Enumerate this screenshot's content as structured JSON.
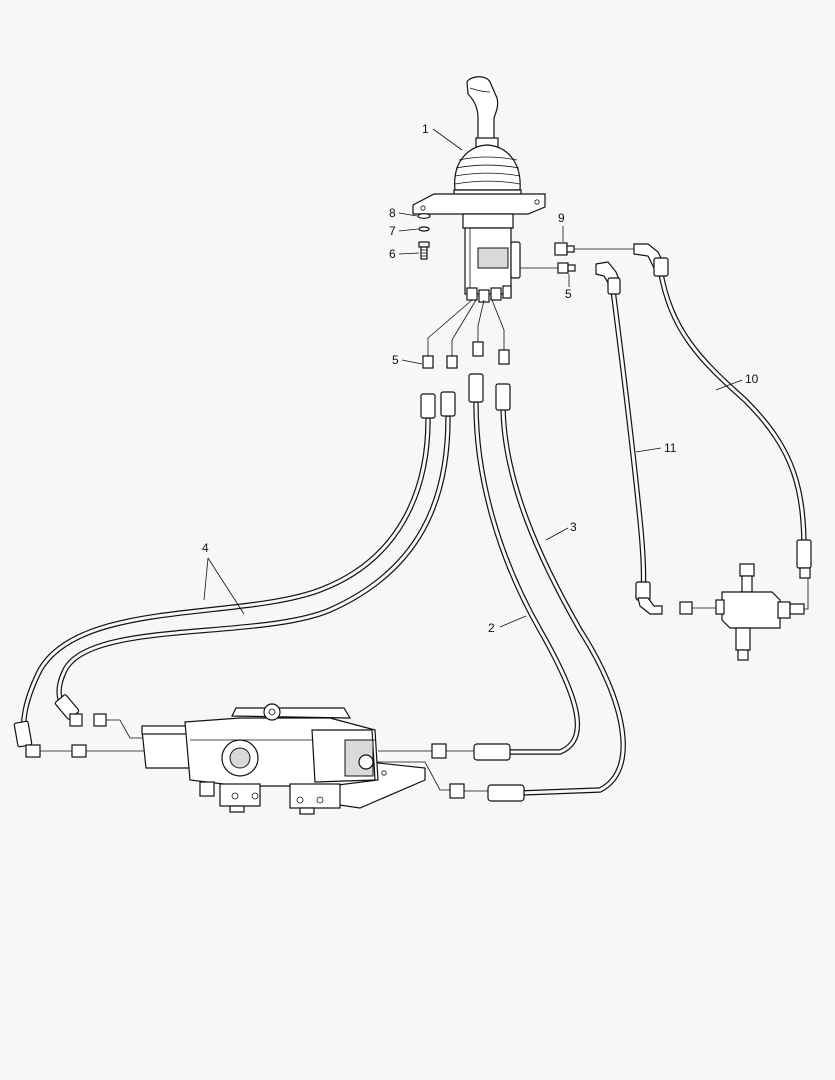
{
  "diagram": {
    "callouts": {
      "c1": "1",
      "c2": "2",
      "c3": "3",
      "c4": "4",
      "c5a": "5",
      "c5b": "5",
      "c6": "6",
      "c7": "7",
      "c8": "8",
      "c9": "9",
      "c10": "10",
      "c11": "11"
    }
  }
}
